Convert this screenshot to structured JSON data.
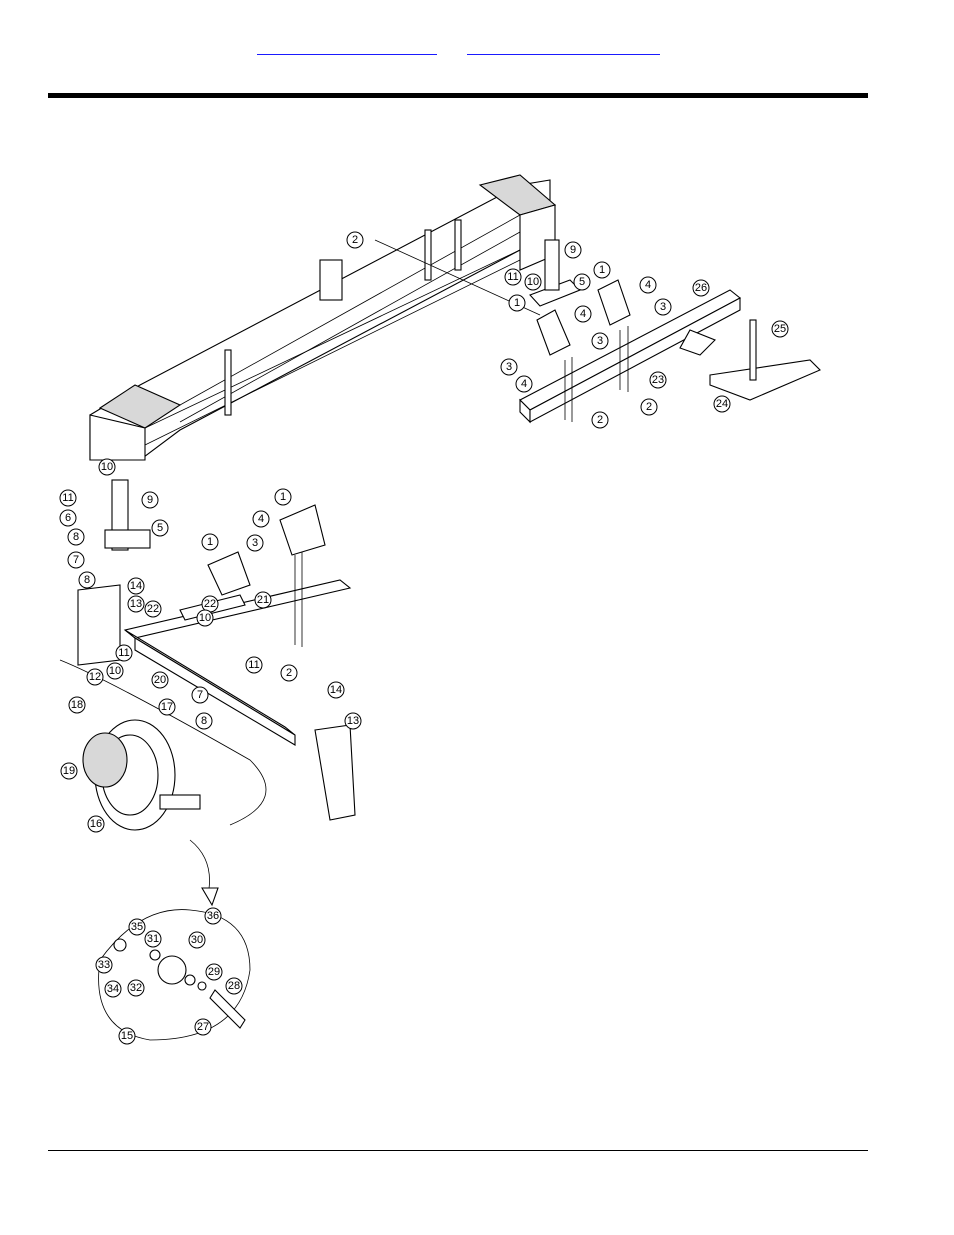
{
  "header": {
    "links": [
      {
        "label": ""
      },
      {
        "label": ""
      }
    ]
  },
  "diagram": {
    "callouts": [
      "1",
      "2",
      "3",
      "4",
      "5",
      "6",
      "7",
      "8",
      "9",
      "10",
      "11",
      "12",
      "13",
      "14",
      "15",
      "16",
      "17",
      "18",
      "19",
      "20",
      "21",
      "22",
      "23",
      "24",
      "25",
      "26",
      "27",
      "28",
      "29",
      "30",
      "31",
      "32",
      "33",
      "34",
      "35",
      "36"
    ]
  }
}
